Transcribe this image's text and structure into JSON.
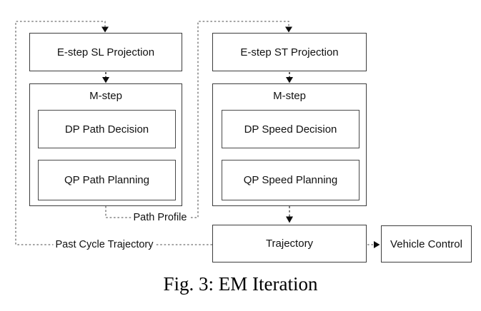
{
  "figure": {
    "caption": "Fig. 3: EM Iteration"
  },
  "diagram": {
    "boxes": {
      "estep_sl": "E-step SL Projection",
      "estep_st": "E-step ST Projection",
      "mstep_left_label": "M-step",
      "mstep_right_label": "M-step",
      "dp_path": "DP Path Decision",
      "qp_path": "QP Path Planning",
      "dp_speed": "DP Speed Decision",
      "qp_speed": "QP Speed Planning",
      "trajectory": "Trajectory",
      "vehicle_control": "Vehicle Control"
    },
    "edge_labels": {
      "path_profile": "Path Profile",
      "past_cycle_trajectory": "Past Cycle Trajectory"
    },
    "colors": {
      "background": "#ffffff",
      "box_border": "#3d3d3d",
      "loop_line": "#6e6e6e",
      "arrow_line": "#1f1f1f",
      "arrowhead": "#0d0d0d",
      "text": "#111111"
    }
  }
}
